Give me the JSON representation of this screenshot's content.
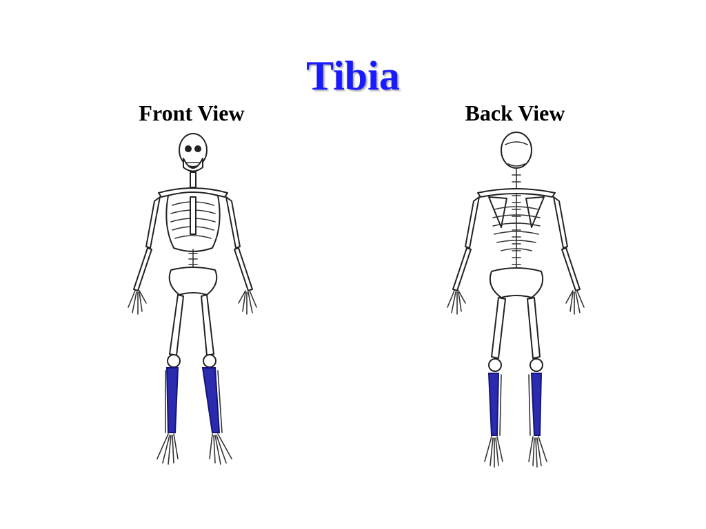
{
  "title": "Tibia",
  "views": [
    {
      "label": "Front View"
    },
    {
      "label": "Back View"
    }
  ],
  "colors": {
    "title": "#1a1aff",
    "highlight": "#2b2bb0",
    "bone_outline": "#222222",
    "background": "#ffffff"
  }
}
